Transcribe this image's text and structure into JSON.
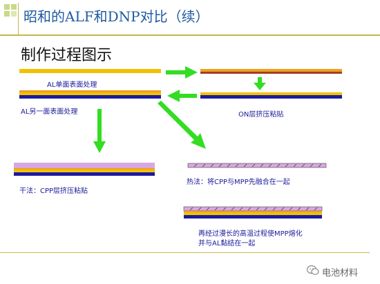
{
  "slide": {
    "title": "昭和的ALF和DNP对比（续）",
    "subtitle": "制作过程图示"
  },
  "labels": {
    "al_single": "AL单面表面处理",
    "al_other": "AL另一面表面处理",
    "on_layer": "ON层挤压粘贴",
    "dry_method": "干法：CPP层挤压粘贴",
    "hot_method": "热法：将CPP与MPP先融合在一起",
    "final_step_line1": "再经过漫长的高温过程使MPP熔化",
    "final_step_line2": "并与AL黏结在一起"
  },
  "watermark": {
    "text": "电池材料",
    "icon": "wechat-icon"
  },
  "colors": {
    "aluminum_yellow": "#f2c200",
    "surface_orange": "#f0a020",
    "nylon_blue": "#1a1aa0",
    "cpp_pink": "#d8a8e0",
    "arrow_green": "#33dd22",
    "title_blue": "#1f5aa0",
    "label_blue": "#1a1a9a"
  },
  "icons": [
    "green-arrow-right",
    "green-arrow-left",
    "green-arrow-down"
  ]
}
